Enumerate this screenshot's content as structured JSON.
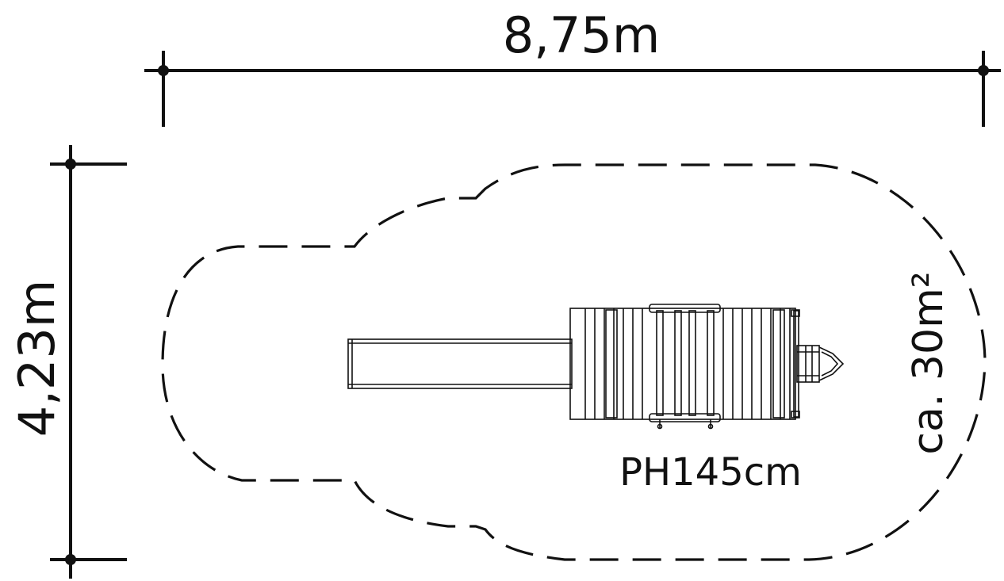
{
  "dimensions": {
    "width_label": "8,75m",
    "depth_label": "4,23m"
  },
  "area_label": "ca. 30m²",
  "platform_height_label": "PH145cm",
  "colors": {
    "ink": "#111111",
    "background": "#ffffff"
  }
}
